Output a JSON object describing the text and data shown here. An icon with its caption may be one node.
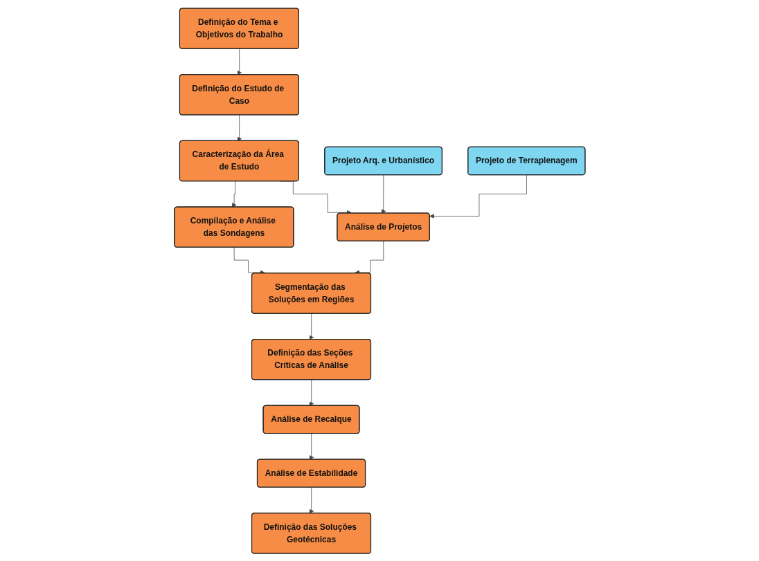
{
  "diagram": {
    "nodes": [
      {
        "text": [
          "Definição do Tema e Objetivos do Trabalho"
        ]
      },
      {
        "text": [
          "Definição do Estudo de Caso"
        ]
      },
      {
        "text": [
          "Caracterização da Área de Estudo"
        ]
      },
      {
        "text": [
          "Compilação e Análise das Sondagens"
        ]
      },
      {
        "text": [
          "Análise de Projetos"
        ]
      },
      {
        "text": [
          "Projeto Arq. e Urbanístico"
        ]
      },
      {
        "text": [
          "Projeto de Terraplenagem"
        ]
      },
      {
        "text": [
          "Segmentação das Soluções em Regiões"
        ]
      },
      {
        "text": [
          "Definição das Seções Críticas de Análise"
        ]
      },
      {
        "text": [
          "Análise de Recalque"
        ]
      },
      {
        "text": [
          "Análise de Estabilidade"
        ]
      },
      {
        "text": [
          "Definição das Soluções Geotécnicas"
        ]
      }
    ],
    "edges": [
      {
        "from": 0,
        "to": 1,
        "arrow": "to"
      },
      {
        "from": 1,
        "to": 2,
        "arrow": "to"
      },
      {
        "from": 2,
        "to": 3,
        "arrow": "to"
      },
      {
        "from": 2,
        "to": 4,
        "arrow": "to"
      },
      {
        "from": 5,
        "to": 4,
        "arrow": "to"
      },
      {
        "from": 6,
        "to": 4,
        "arrow": "to"
      },
      {
        "from": 3,
        "to": 7,
        "arrow": "to"
      },
      {
        "from": 4,
        "to": 7,
        "arrow": "to"
      },
      {
        "from": 7,
        "to": 8,
        "arrow": "to"
      },
      {
        "from": 8,
        "to": 9,
        "arrow": "to"
      },
      {
        "from": 9,
        "to": 10,
        "arrow": "to"
      },
      {
        "from": 10,
        "to": 11,
        "arrow": "to"
      }
    ]
  }
}
